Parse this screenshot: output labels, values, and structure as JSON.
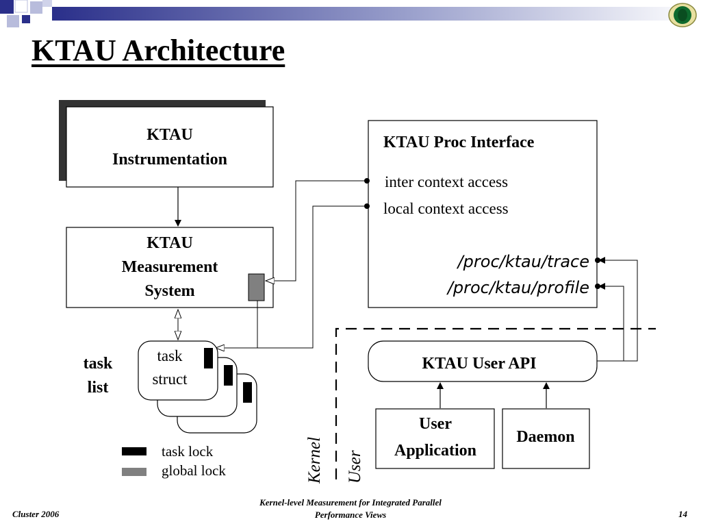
{
  "slide": {
    "title": "KTAU Architecture",
    "footer_left": "Cluster 2006",
    "footer_center_line1": "Kernel-level Measurement for Integrated Parallel",
    "footer_center_line2": "Performance Views",
    "page_number": "14"
  },
  "diagram": {
    "instrumentation": {
      "line1": "KTAU",
      "line2": "Instrumentation"
    },
    "measurement": {
      "line1": "KTAU",
      "line2": "Measurement",
      "line3": "System"
    },
    "proc_interface": {
      "title": "KTAU Proc Interface",
      "inter": "inter context access",
      "local": "local context access",
      "trace": "/proc/ktau/trace",
      "profile": "/proc/ktau/profile"
    },
    "task_list": {
      "line1": "task",
      "line2": "list"
    },
    "task_struct": {
      "line1": "task",
      "line2": "struct"
    },
    "legend": {
      "task_lock": "task lock",
      "global_lock": "global lock"
    },
    "user_api": "KTAU User API",
    "user_app": {
      "line1": "User",
      "line2": "Application"
    },
    "daemon": "Daemon",
    "kernel_label": "Kernel",
    "user_label": "User"
  }
}
